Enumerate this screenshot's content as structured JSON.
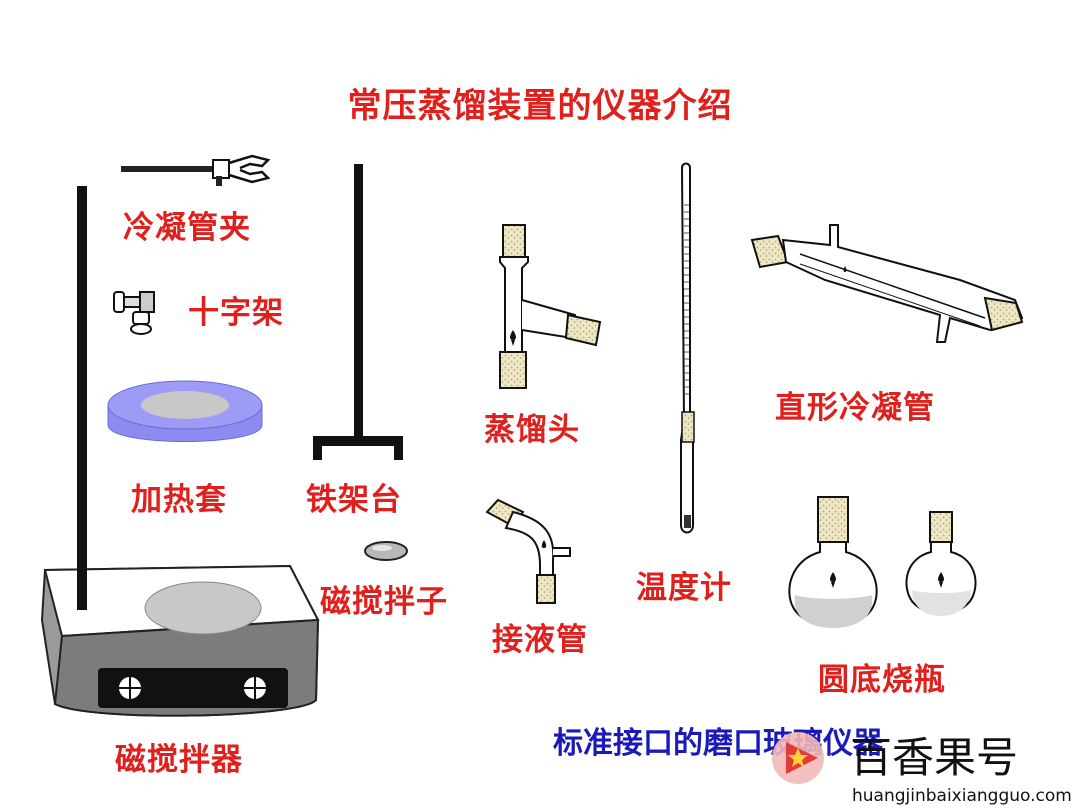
{
  "title": "常压蒸馏装置的仪器介绍",
  "labels": {
    "condenser_clamp": "冷凝管夹",
    "cross_clamp": "十字架",
    "heating_mantle": "加热套",
    "iron_stand": "铁架台",
    "stir_bar": "磁搅拌子",
    "magnetic_stirrer": "磁搅拌器",
    "distilling_head": "蒸馏头",
    "receiver_adapter": "接液管",
    "thermometer": "温度计",
    "liebig_condenser": "直形冷凝管",
    "round_bottom_flask": "圆底烧瓶"
  },
  "note": "标准接口的磨口玻璃仪器",
  "watermark": {
    "brand": "百香果号",
    "url": "huangjinbaixiangguo.com"
  },
  "colors": {
    "label_red": "#e0201c",
    "note_blue": "#1a1ab8",
    "mantle_blue": "#8c8cf0",
    "gray_fill": "#c8c8c8",
    "cork": "#e8dcb0"
  }
}
